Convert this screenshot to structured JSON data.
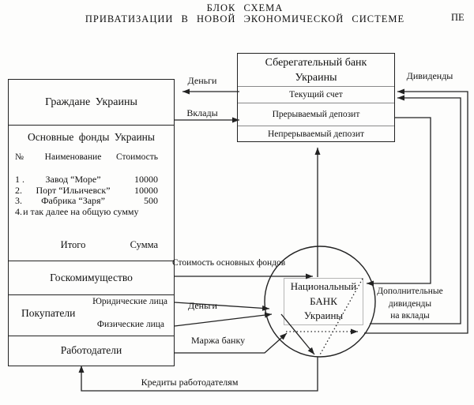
{
  "page": {
    "title_line1": "БЛОК СХЕМА",
    "title_line2": "ПРИВАТИЗАЦИИ В НОВОЙ ЭКОНОМИЧЕСКОЙ СИСТЕМЕ",
    "corner_fragment": "ПЕ"
  },
  "citizens_box": {
    "citizens_title": "Граждане Украины",
    "funds_title": "Основные фонды Украины",
    "table": {
      "headers": {
        "num": "№",
        "name": "Наименование",
        "value": "Стоимость"
      },
      "rows": [
        {
          "num": "1 .",
          "name": "Завод “Море”",
          "value": "10000"
        },
        {
          "num": "2.",
          "name": "Порт “Ильичевск”",
          "value": "10000"
        },
        {
          "num": "3.",
          "name": "Фабрика “Заря”",
          "value": "500"
        },
        {
          "num": "4.",
          "name": "и так далее на общую сумму",
          "value": ""
        }
      ],
      "total_label": "Итого",
      "total_value": "Сумма"
    },
    "goskom": "Госкомимущество",
    "buyers": "Покупатели",
    "legal_entities": "Юридические лица",
    "physical_entities": "Физические лица",
    "employers": "Работодатели"
  },
  "bank_box": {
    "title": "Сберегательный банк Украины",
    "rows": [
      "Текущий счет",
      "Прерываемый депозит",
      "Непрерываемый депозит"
    ]
  },
  "nbu": {
    "line1": "Национальный",
    "line2": "БАНК",
    "line3": "Украины"
  },
  "labels": {
    "money_top": "Деньги",
    "deposits": "Вклады",
    "dividends": "Дивиденды",
    "asset_value": "Стоимость основных фондов",
    "extra_dividends_1": "Дополнительные",
    "extra_dividends_2": "дивиденды",
    "extra_dividends_3": "на вклады",
    "money_bottom": "Деньги",
    "bank_margin": "Маржа банку",
    "employer_credits": "Кредиты работодателям"
  },
  "colors": {
    "line": "#222222",
    "light_line": "#8a8a8a",
    "nbu_border": "#b5b5b5",
    "text": "#111111"
  }
}
